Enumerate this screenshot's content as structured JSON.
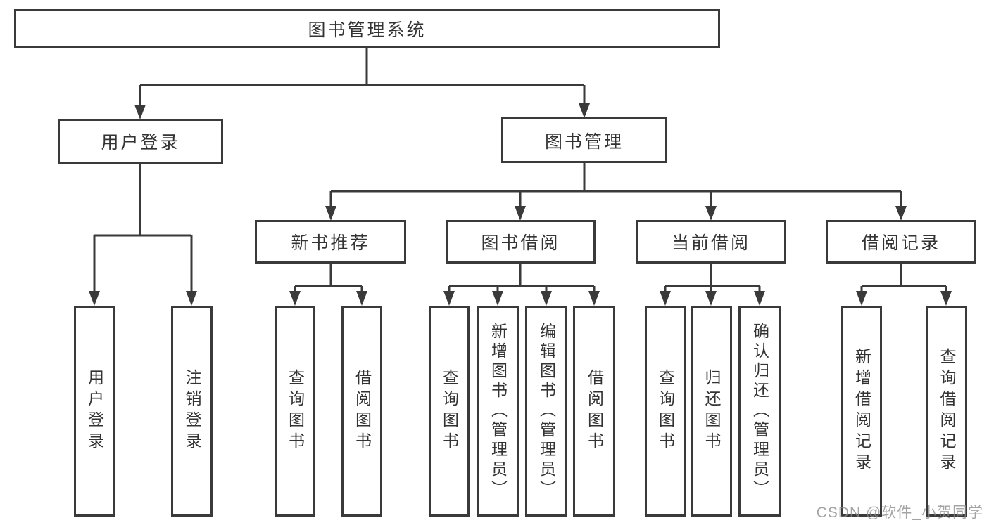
{
  "tree": {
    "root": {
      "label": "图书管理系统"
    },
    "branches": [
      {
        "label": "用户登录",
        "children": [
          "用户登录",
          "注销登录"
        ]
      },
      {
        "label": "图书管理",
        "children": [
          {
            "label": "新书推荐",
            "children": [
              "查询图书",
              "借阅图书"
            ]
          },
          {
            "label": "图书借阅",
            "children": [
              "查询图书",
              "新增图书（管理员）",
              "编辑图书（管理员）",
              "借阅图书"
            ]
          },
          {
            "label": "当前借阅",
            "children": [
              "查询图书",
              "归还图书",
              "确认归还（管理员）"
            ]
          },
          {
            "label": "借阅记录",
            "children": [
              "新增借阅记录",
              "查询借阅记录"
            ]
          }
        ]
      }
    ]
  },
  "watermark": {
    "text": "CSDN @软件_小贺同学"
  },
  "colors": {
    "line": "#3a3a3a",
    "text": "#333333",
    "background": "#ffffff",
    "watermark": "#8a8a8a"
  }
}
